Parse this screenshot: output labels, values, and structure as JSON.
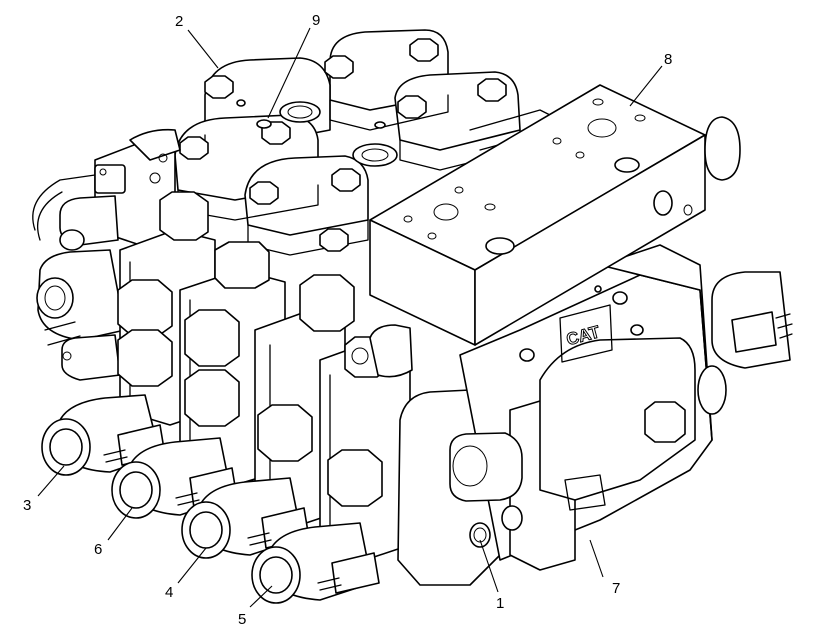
{
  "diagram": {
    "logo_text": "CAT",
    "callouts": [
      {
        "id": "1",
        "label": "1"
      },
      {
        "id": "2",
        "label": "2"
      },
      {
        "id": "3",
        "label": "3"
      },
      {
        "id": "4",
        "label": "4"
      },
      {
        "id": "5",
        "label": "5"
      },
      {
        "id": "6",
        "label": "6"
      },
      {
        "id": "7",
        "label": "7"
      },
      {
        "id": "8",
        "label": "8"
      },
      {
        "id": "9",
        "label": "9"
      }
    ]
  }
}
